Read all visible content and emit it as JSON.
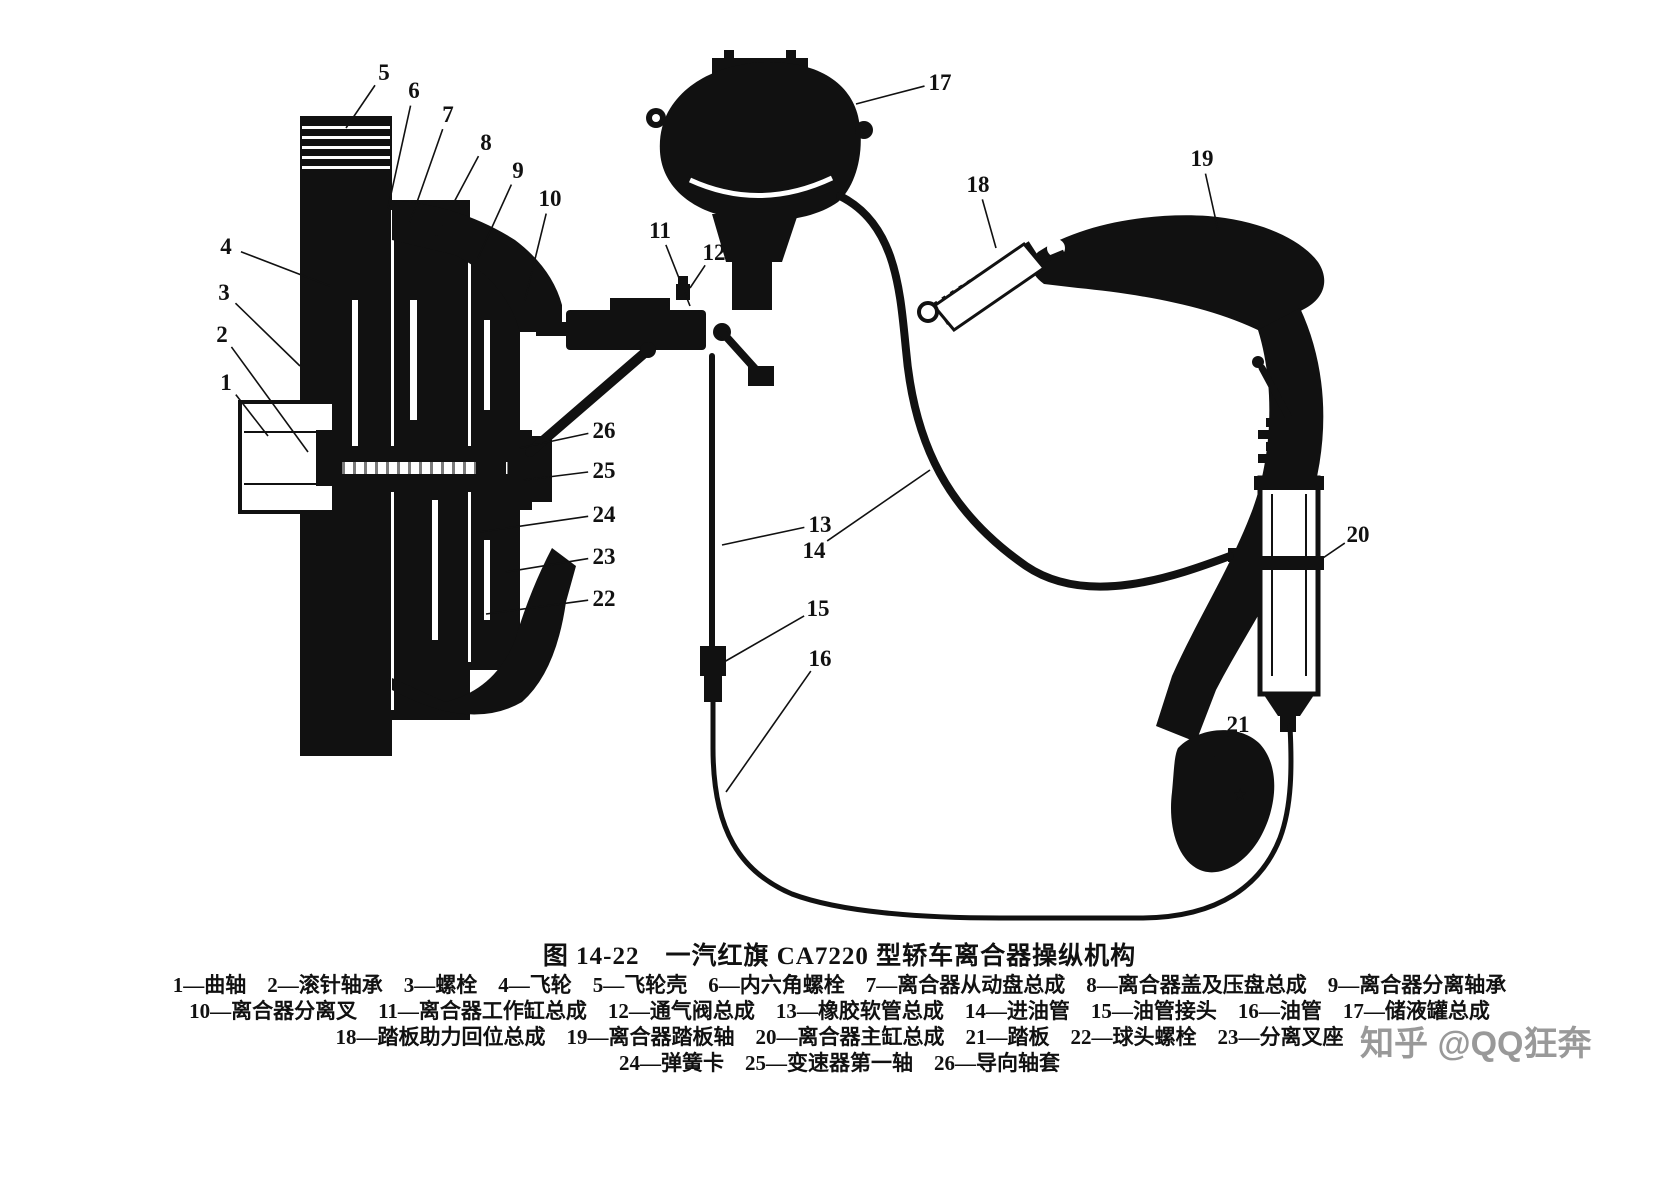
{
  "figure": {
    "caption": "图 14-22　一汽红旗 CA7220 型轿车离合器操纵机构",
    "watermark": "知乎 @QQ狂奔",
    "star_mark": "★"
  },
  "legend": {
    "rows": [
      [
        "1—曲轴",
        "2—滚针轴承",
        "3—螺栓",
        "4—飞轮",
        "5—飞轮壳",
        "6—内六角螺栓",
        "7—离合器从动盘总成",
        "8—离合器盖及压盘总成",
        "9—离合器分离轴承"
      ],
      [
        "10—离合器分离叉",
        "11—离合器工作缸总成",
        "12—通气阀总成",
        "13—橡胶软管总成",
        "14—进油管",
        "15—油管接头",
        "16—油管",
        "17—储液罐总成"
      ],
      [
        "18—踏板助力回位总成",
        "19—离合器踏板轴",
        "20—离合器主缸总成",
        "21—踏板",
        "22—球头螺栓",
        "23—分离叉座"
      ],
      [
        "24—弹簧卡",
        "25—变速器第一轴",
        "26—导向轴套"
      ]
    ]
  },
  "diagram": {
    "ink_color": "#111111",
    "background_color": "#ffffff",
    "callouts": [
      {
        "n": "1",
        "label": [
          226,
          382
        ],
        "target": [
          268,
          436
        ]
      },
      {
        "n": "2",
        "label": [
          222,
          334
        ],
        "target": [
          308,
          452
        ]
      },
      {
        "n": "3",
        "label": [
          224,
          292
        ],
        "target": [
          300,
          366
        ]
      },
      {
        "n": "4",
        "label": [
          226,
          246
        ],
        "target": [
          330,
          286
        ]
      },
      {
        "n": "5",
        "label": [
          384,
          72
        ],
        "target": [
          346,
          128
        ]
      },
      {
        "n": "6",
        "label": [
          414,
          90
        ],
        "target": [
          388,
          208
        ]
      },
      {
        "n": "7",
        "label": [
          448,
          114
        ],
        "target": [
          410,
          222
        ]
      },
      {
        "n": "8",
        "label": [
          486,
          142
        ],
        "target": [
          436,
          236
        ]
      },
      {
        "n": "9",
        "label": [
          518,
          170
        ],
        "target": [
          478,
          258
        ]
      },
      {
        "n": "10",
        "label": [
          550,
          198
        ],
        "target": [
          525,
          300
        ]
      },
      {
        "n": "11",
        "label": [
          660,
          230
        ],
        "target": [
          690,
          306
        ]
      },
      {
        "n": "12",
        "label": [
          714,
          252
        ],
        "target": [
          690,
          288
        ]
      },
      {
        "n": "13",
        "label": [
          820,
          524
        ],
        "target": [
          722,
          545
        ]
      },
      {
        "n": "14",
        "label": [
          814,
          550
        ],
        "target": [
          930,
          470
        ]
      },
      {
        "n": "15",
        "label": [
          818,
          608
        ],
        "target": [
          724,
          662
        ]
      },
      {
        "n": "16",
        "label": [
          820,
          658
        ],
        "target": [
          726,
          792
        ]
      },
      {
        "n": "17",
        "label": [
          940,
          82
        ],
        "target": [
          856,
          104
        ]
      },
      {
        "n": "18",
        "label": [
          978,
          184
        ],
        "target": [
          996,
          248
        ]
      },
      {
        "n": "19",
        "label": [
          1202,
          158
        ],
        "target": [
          1218,
          230
        ]
      },
      {
        "n": "20",
        "label": [
          1358,
          534
        ],
        "target": [
          1320,
          560
        ]
      },
      {
        "n": "21",
        "label": [
          1238,
          724
        ],
        "target": [
          1214,
          756
        ]
      },
      {
        "n": "22",
        "label": [
          604,
          598
        ],
        "target": [
          486,
          614
        ]
      },
      {
        "n": "23",
        "label": [
          604,
          556
        ],
        "target": [
          506,
          572
        ]
      },
      {
        "n": "24",
        "label": [
          604,
          514
        ],
        "target": [
          480,
          532
        ]
      },
      {
        "n": "25",
        "label": [
          604,
          470
        ],
        "target": [
          524,
          480
        ]
      },
      {
        "n": "26",
        "label": [
          604,
          430
        ],
        "target": [
          520,
          448
        ]
      }
    ]
  }
}
